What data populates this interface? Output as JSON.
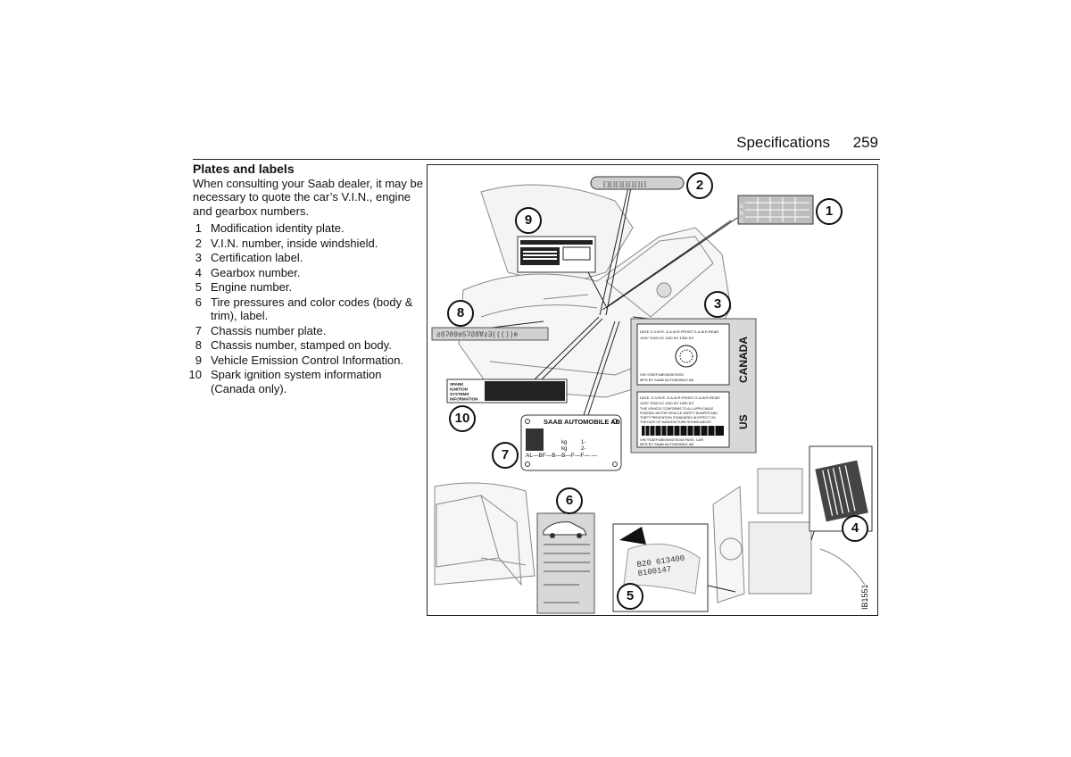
{
  "header": {
    "section": "Specifications",
    "page_number": "259"
  },
  "content": {
    "heading": "Plates and labels",
    "intro": "When consulting your Saab dealer, it may be necessary to quote the car’s V.I.N., engine and gearbox numbers.",
    "items": [
      {
        "num": "1",
        "text": "Modification identity plate."
      },
      {
        "num": "2",
        "text": "V.I.N. number, inside windshield."
      },
      {
        "num": "3",
        "text": "Certification label."
      },
      {
        "num": "4",
        "text": "Gearbox number."
      },
      {
        "num": "5",
        "text": "Engine number."
      },
      {
        "num": "6",
        "text": "Tire pressures and color codes (body & trim), label."
      },
      {
        "num": "7",
        "text": "Chassis number plate."
      },
      {
        "num": "8",
        "text": "Chassis number, stamped on body."
      },
      {
        "num": "9",
        "text": "Vehicle Emission Control Information."
      },
      {
        "num": "10",
        "text": "Spark ignition system information (Canada only)."
      }
    ]
  },
  "figure": {
    "callouts": [
      "1",
      "2",
      "3",
      "4",
      "5",
      "6",
      "7",
      "8",
      "9",
      "10"
    ],
    "figure_id": "IB1551",
    "label_canada": "CANADA",
    "label_us": "US",
    "plate7": {
      "title": "SAAB AUTOMOBILE AB",
      "code": "AL—BF—B—B—F—F— —",
      "kg1": "kg",
      "kg2": "kg",
      "one": "1-",
      "two": "2-"
    },
    "plate3_canada": {
      "row1": "DATE  G.V.W.R.  G.A.W.R.FRONT  G.A.W.R.REAR",
      "row2": "10/97 2000 KG 1130 KG  1050 KG",
      "vin": "VIN YS3EF48E0W3070001",
      "mfd": "MFD BY SAAB AUTOMOBILE AB"
    },
    "plate3_us": {
      "row1": "DATE: G.V.W.R.  G.A.W.R.FRONT  G.A.W.R.REAR",
      "row2": "10/97 2000 KG 1130 KG  1050 KG",
      "body1": "THIS VEHICLE CONFORMS TO ALL APPLICABLE",
      "body2": "FEDERAL MOTOR VEHICLE SAFETY BUMPER AND",
      "body3": "THEFT PREVENTION STANDARDS IN EFFECT ON",
      "body4": "THE DATE OF MANUFACTURE SHOWN ABOVE.",
      "vin": "VIN YS3EF48E0W3070040 PASS. CAR",
      "mfd": "MFD BY SAAB AUTOMOBILE AB"
    },
    "label10": {
      "l1": "SPARK",
      "l2": "IGNITION",
      "l3": "SYSTEMS",
      "l4": "INFORMATION"
    },
    "engine_stamp": {
      "l1": "B20 613400",
      "l2": "8100147"
    }
  },
  "colors": {
    "ink": "#111111",
    "plate_fill": "#d9d9d9",
    "plate_dark": "#2a2a2a",
    "line": "#555555"
  }
}
